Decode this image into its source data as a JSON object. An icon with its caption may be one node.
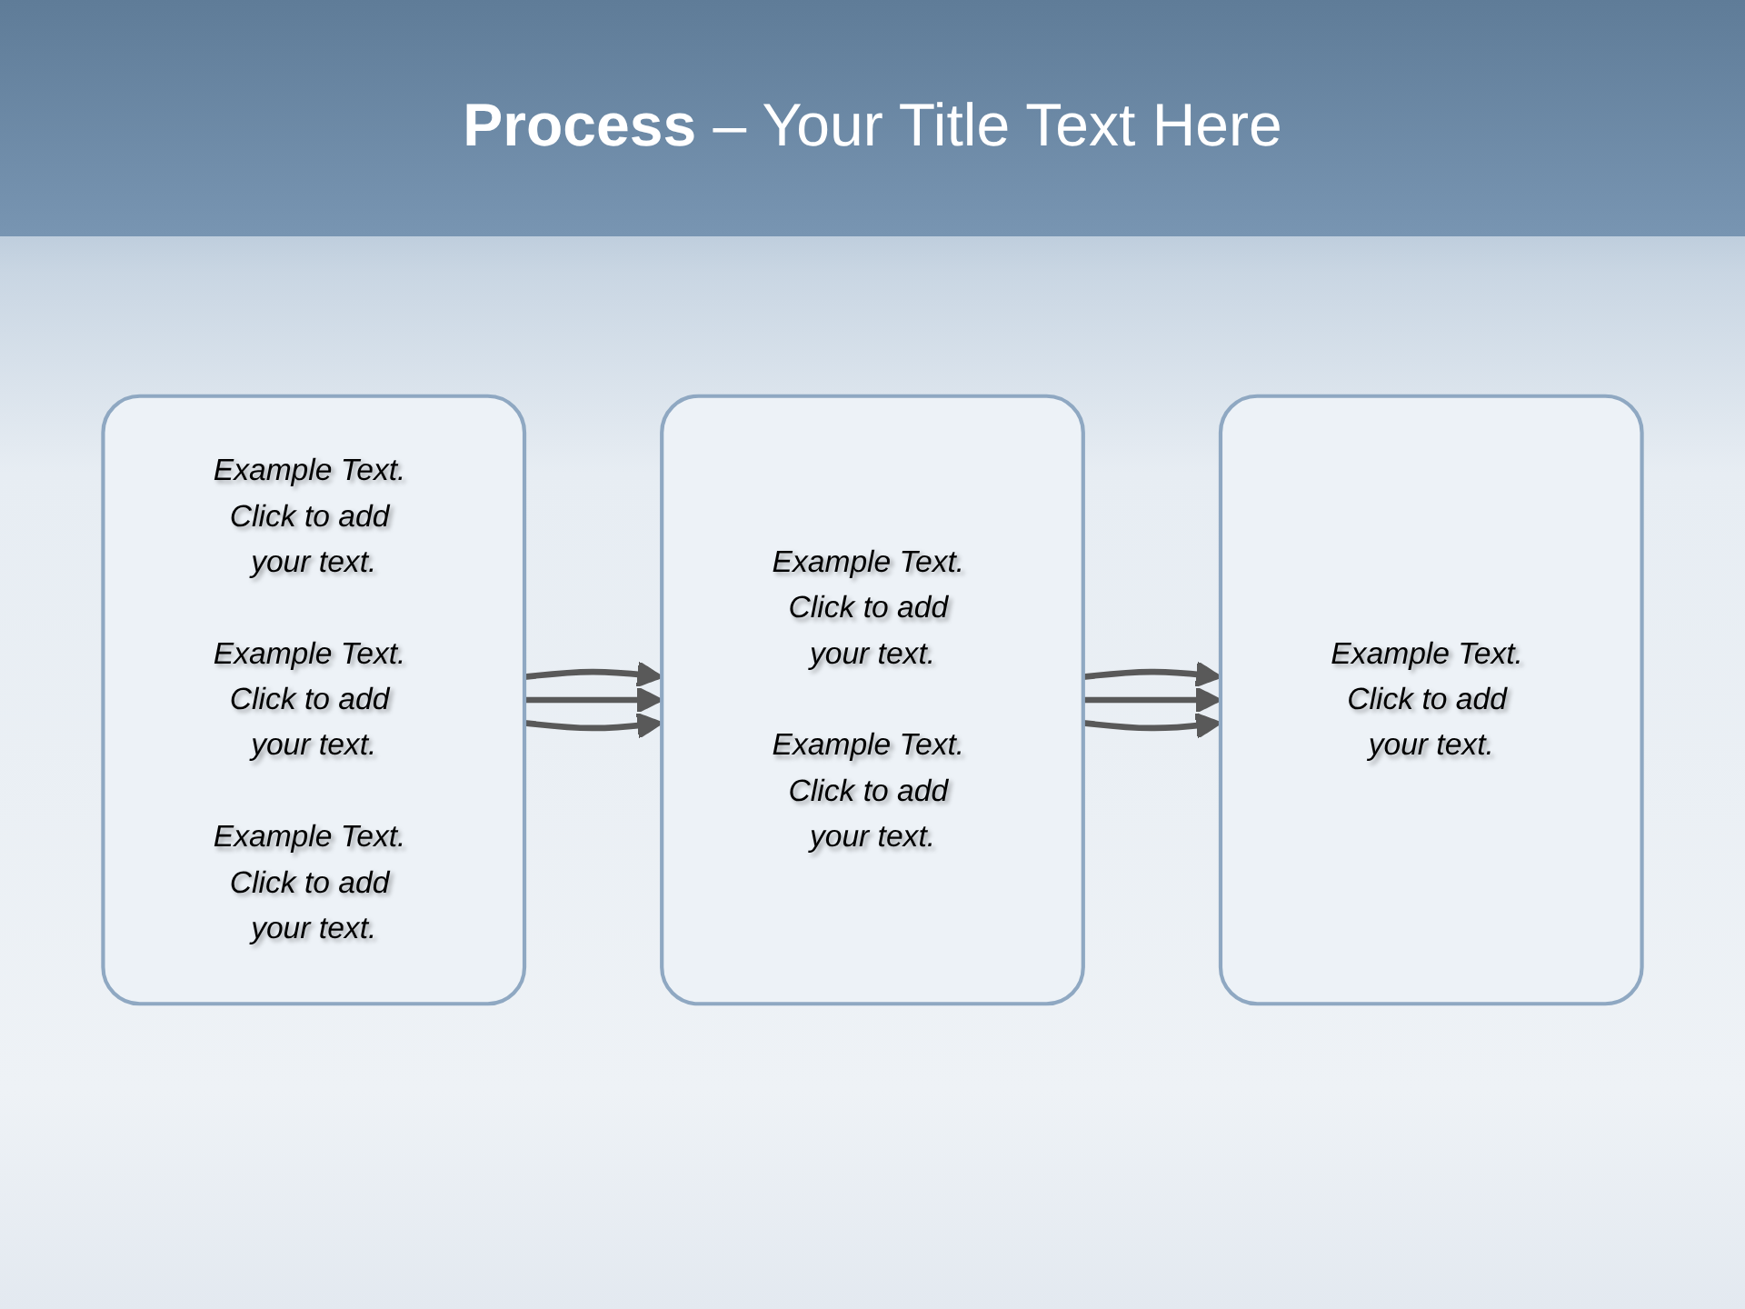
{
  "diagram": {
    "title": "**Process** – Your Title Text Here",
    "nodes": [
      {
        "text": [
          "Example Text. Click to add your text.",
          "Example Text. Click to add your text.",
          "Example Text. Click to add your text."
        ]
      },
      {
        "text": [
          "Example Text. Click to add your text.",
          "Example Text. Click to add your text."
        ]
      },
      {
        "text": [
          "Example Text. Click to add your text."
        ]
      }
    ],
    "edges": [
      {
        "from": 0,
        "to": 1,
        "arrow": "to"
      },
      {
        "from": 0,
        "to": 1,
        "arrow": "to"
      },
      {
        "from": 0,
        "to": 1,
        "arrow": "to"
      },
      {
        "from": 1,
        "to": 2,
        "arrow": "to"
      },
      {
        "from": 1,
        "to": 2,
        "arrow": "to"
      },
      {
        "from": 1,
        "to": 2,
        "arrow": "to"
      }
    ]
  }
}
